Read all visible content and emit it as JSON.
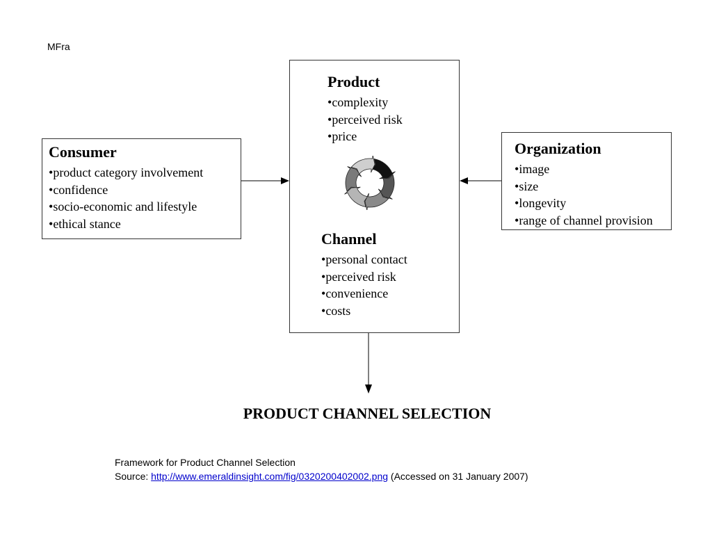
{
  "header": {
    "text": "MFra"
  },
  "consumer": {
    "title": "Consumer",
    "items": [
      "product category involvement",
      "confidence",
      "socio-economic and lifestyle",
      "ethical stance"
    ]
  },
  "product": {
    "title": "Product",
    "items": [
      "complexity",
      "perceived risk",
      "price"
    ]
  },
  "channel": {
    "title": "Channel",
    "items": [
      "personal contact",
      "perceived risk",
      "convenience",
      "costs"
    ]
  },
  "organization": {
    "title": "Organization",
    "items": [
      "image",
      "size",
      "longevity",
      "range of channel provision"
    ]
  },
  "outcome": {
    "text": "PRODUCT CHANNEL SELECTION"
  },
  "caption": {
    "line1": "Framework for Product Channel Selection",
    "source_label": "Source: ",
    "source_link": "http://www.emeraldinsight.com/fig/0320200402002.png",
    "accessed": " (Accessed on 31 January 2007)"
  }
}
